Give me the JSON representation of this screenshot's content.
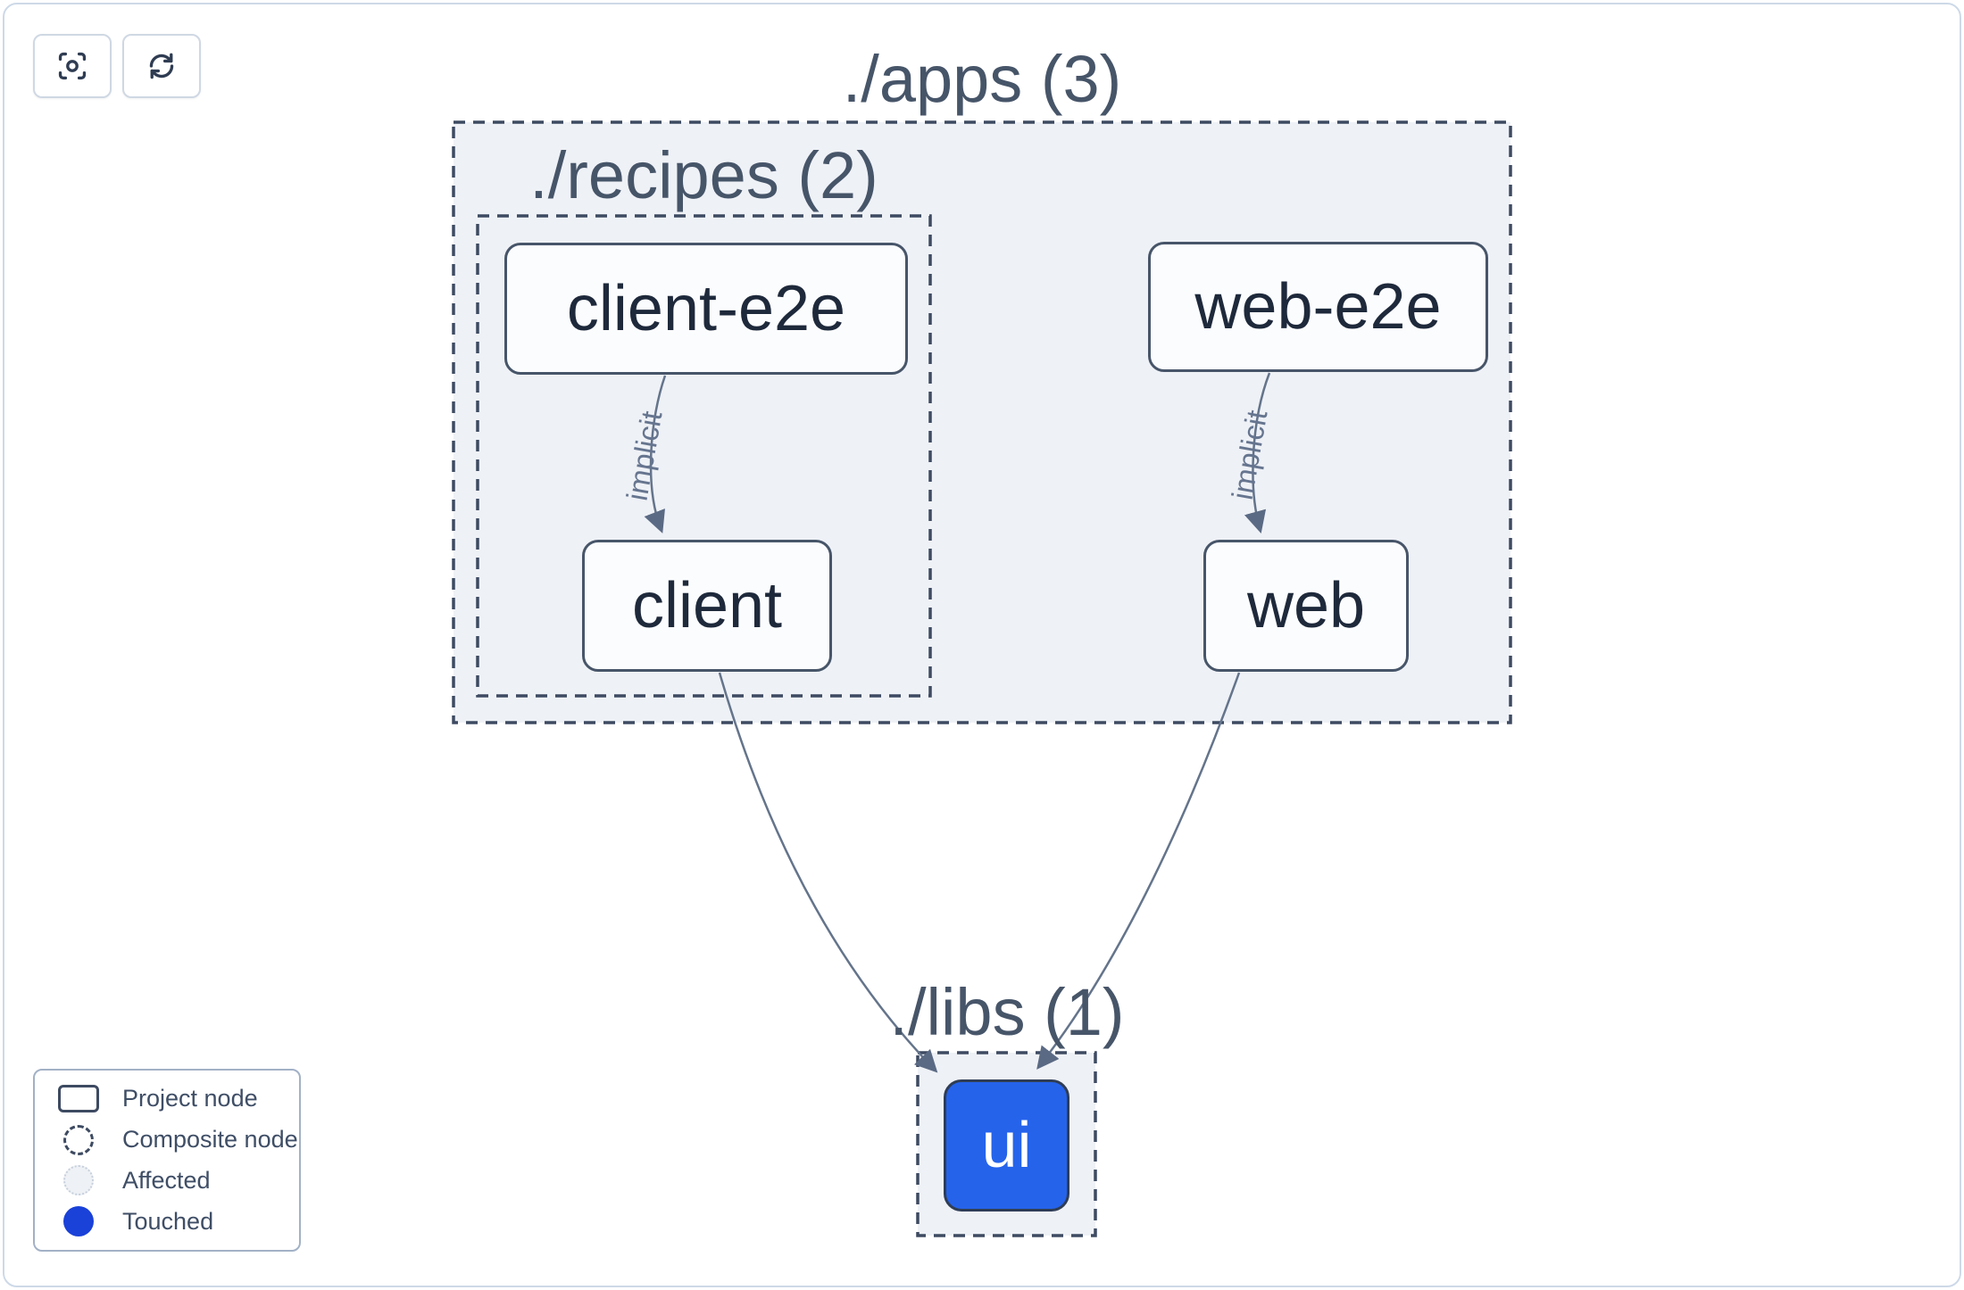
{
  "toolbar": {
    "buttons": [
      {
        "name": "focus",
        "icon": "crosshair-focus-icon"
      },
      {
        "name": "refresh",
        "icon": "refresh-icon"
      }
    ]
  },
  "graph": {
    "groups": [
      {
        "id": "apps",
        "title": "./apps (3)"
      },
      {
        "id": "recipes",
        "title": "./recipes (2)"
      },
      {
        "id": "libs",
        "title": "./libs (1)"
      }
    ],
    "nodes": [
      {
        "id": "client-e2e",
        "label": "client-e2e",
        "type": "project"
      },
      {
        "id": "web-e2e",
        "label": "web-e2e",
        "type": "project"
      },
      {
        "id": "client",
        "label": "client",
        "type": "project"
      },
      {
        "id": "web",
        "label": "web",
        "type": "project"
      },
      {
        "id": "ui",
        "label": "ui",
        "type": "project",
        "state": "touched"
      }
    ],
    "edges": [
      {
        "from": "client-e2e",
        "to": "client",
        "label": "implicit"
      },
      {
        "from": "web-e2e",
        "to": "web",
        "label": "implicit"
      },
      {
        "from": "client",
        "to": "ui"
      },
      {
        "from": "web",
        "to": "ui"
      }
    ]
  },
  "legend": {
    "items": [
      {
        "label": "Project node",
        "swatch": "project-node-outline"
      },
      {
        "label": "Composite node",
        "swatch": "composite-node-dashed-circle"
      },
      {
        "label": "Affected",
        "swatch": "affected-dotted-circle"
      },
      {
        "label": "Touched",
        "swatch": "touched-filled-circle"
      }
    ]
  },
  "colors": {
    "page_border": "#cdd9e8",
    "container_fill": "#eef1f6",
    "dashed_border": "#3d4a61",
    "node_border": "#475569",
    "node_fill": "#fbfcfe",
    "node_text": "#1e293b",
    "edge": "#64748b",
    "edge_label": "#66758f",
    "touched_node_fill": "#2563eb",
    "touched_node_text": "#ffffff",
    "legend_touched": "#1a41d8"
  }
}
